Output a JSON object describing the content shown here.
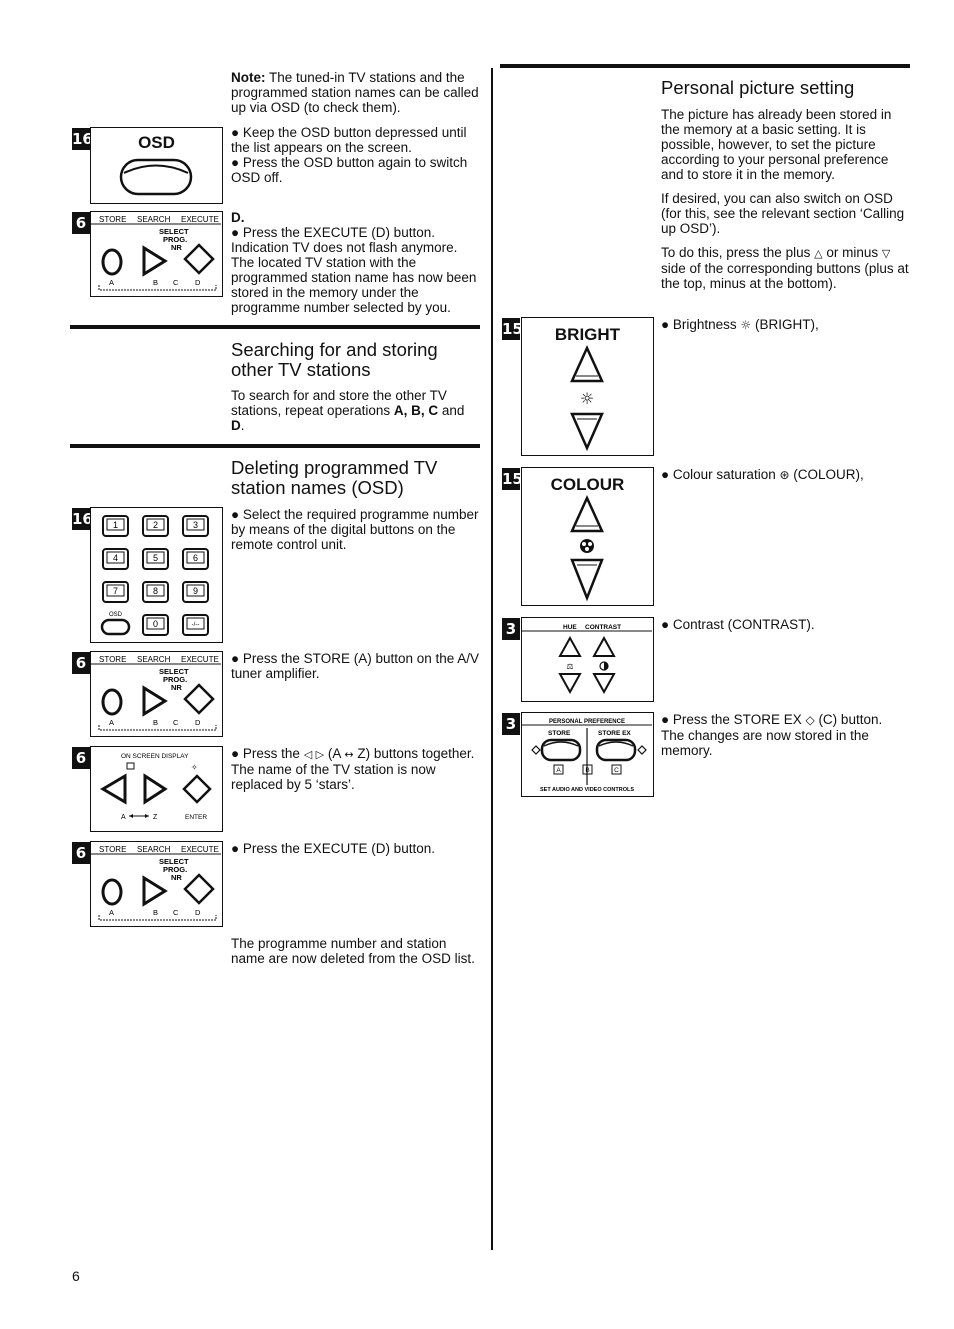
{
  "left": {
    "note_label": "Note:",
    "note_text": " The tuned-in TV stations and the programmed station names can be called up via OSD (to check them).",
    "osd_step": {
      "badge": "16",
      "button_label": "OSD",
      "line1": "● Keep the OSD button depressed until the list appears on the screen.",
      "line2": "● Press the OSD button again to switch OSD off."
    },
    "d_step": {
      "badge": "6",
      "heading": "D.",
      "line1": "● Press the EXECUTE (D) button.",
      "line2": "Indication TV does not flash anymore. The located TV station with the programmed station name has now been stored in the memory under the programme number selected by you."
    },
    "search_section": {
      "heading": "Searching for and storing other TV stations",
      "body_start": "To search for and store the other TV stations, repeat operations ",
      "body_letters": "A, B, C",
      "body_and": " and ",
      "body_d": "D",
      "body_end": "."
    },
    "delete_section": {
      "heading": "Deleting programmed TV station names (OSD)",
      "step1": {
        "badge": "16",
        "text": "● Select the required programme number by means of the digital buttons on the remote control unit."
      },
      "step2": {
        "badge": "6",
        "text": "● Press the STORE (A) button on the A/V tuner amplifier."
      },
      "step3": {
        "badge": "6",
        "text1": "● Press the ",
        "text2": " (A ",
        "text3": " Z) buttons together.",
        "text4": "The name of the TV station is now replaced by 5 ‘stars’."
      },
      "step4": {
        "badge": "6",
        "text": "● Press the EXECUTE (D) button."
      },
      "closing": "The programme number and station name are now deleted from the OSD list."
    },
    "keypad": {
      "keys": [
        "1",
        "2",
        "3",
        "4",
        "5",
        "6",
        "7",
        "8",
        "9",
        "0",
        "-/--"
      ],
      "osd_label": "OSD"
    },
    "panel": {
      "store": "STORE",
      "search": "SEARCH",
      "execute": "EXECUTE",
      "select": "SELECT",
      "prog": "PROG.",
      "nr": "NR",
      "a": "A",
      "b": "B",
      "c": "C",
      "d": "D"
    },
    "osd_panel": {
      "title": "ON SCREEN DISPLAY",
      "a_to_z_a": "A",
      "a_to_z_z": "Z",
      "enter": "ENTER"
    }
  },
  "right": {
    "heading": "Personal picture setting",
    "para1": "The picture has already been stored in the memory at a basic setting. It is possible, however, to set the picture according to your personal preference and to store it in the memory.",
    "para2": "If desired, you can also switch on OSD (for this, see the relevant section ‘Calling up OSD’).",
    "para3a": "To do this, press the plus ",
    "para3b": " or minus ",
    "para3c": " side of the corresponding buttons (plus at the top, minus at the bottom).",
    "bright": {
      "badge": "15",
      "label": "BRIGHT",
      "text_a": "● Brightness ",
      "text_b": " (BRIGHT),"
    },
    "colour": {
      "badge": "15",
      "label": "COLOUR",
      "text_a": "● Colour saturation ",
      "text_b": " (COLOUR),"
    },
    "contrast": {
      "badge": "3",
      "hue": "HUE",
      "contrast": "CONTRAST",
      "text": "● Contrast (CONTRAST)."
    },
    "store_ex": {
      "badge": "3",
      "title": "PERSONAL PREFERENCE",
      "store": "STORE",
      "store_ex": "STORE EX",
      "a": "A",
      "b": "B",
      "c": "C",
      "footer": "SET AUDIO AND VIDEO CONTROLS",
      "line1": "● Press the STORE EX ",
      "line1b": " (C) button.",
      "line2": "The changes are now stored in the memory."
    }
  },
  "page_number": "6"
}
